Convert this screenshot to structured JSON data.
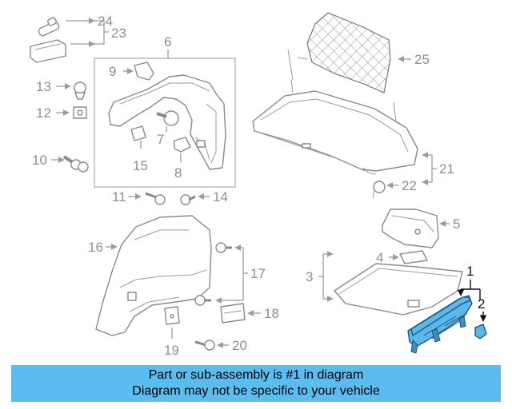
{
  "callouts": {
    "c1": "1",
    "c2": "2",
    "c3": "3",
    "c4": "4",
    "c5": "5",
    "c6": "6",
    "c7": "7",
    "c8": "8",
    "c9": "9",
    "c10": "10",
    "c11": "11",
    "c12": "12",
    "c13": "13",
    "c14": "14",
    "c15": "15",
    "c16": "16",
    "c17": "17",
    "c18": "18",
    "c19": "19",
    "c20": "20",
    "c21": "21",
    "c22": "22",
    "c23": "23",
    "c24": "24",
    "c25": "25"
  },
  "banner": {
    "line1": "Part or sub-assembly is #1 in diagram",
    "line2": "Diagram may not be specific to your vehicle"
  },
  "colors": {
    "highlight": "#5bbcf0",
    "callout_text": "#8f8f8f"
  }
}
